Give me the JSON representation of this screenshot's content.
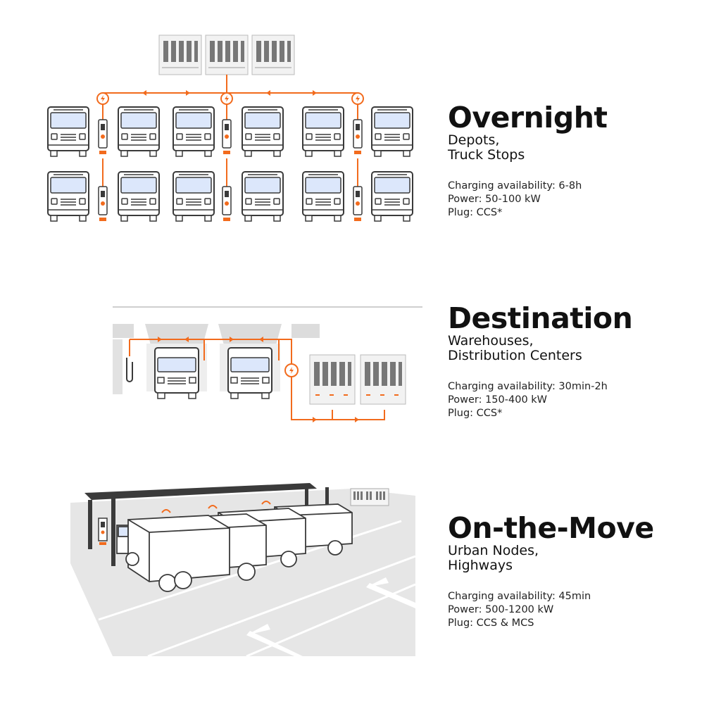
{
  "sections": [
    {
      "id": "overnight",
      "title": "Overnight",
      "subtitle_lines": [
        "Depots,",
        "Truck Stops"
      ],
      "specs": [
        "Charging availability: 6-8h",
        "Power: 50-100 kW",
        "Plug: CCS*"
      ]
    },
    {
      "id": "destination",
      "title": "Destination",
      "subtitle_lines": [
        "Warehouses,",
        "Distribution Centers"
      ],
      "specs": [
        "Charging availability: 30min-2h",
        "Power: 150-400 kW",
        "Plug: CCS*"
      ]
    },
    {
      "id": "on-the-move",
      "title": "On-the-Move",
      "subtitle_lines": [
        "Urban Nodes,",
        "Highways"
      ],
      "specs": [
        "Charging availability: 45min",
        "Power: 500-1200 kW",
        "Plug: CCS & MCS"
      ]
    }
  ],
  "colors": {
    "accent": "#F26B1D",
    "truck_window": "#DCE7FB",
    "line": "#3A3A3A",
    "cabinet": "#F2F2F2",
    "ground": "#E6E6E6"
  },
  "icons": [
    "lightning-icon",
    "truck-icon",
    "charger-icon",
    "power-cabinet-icon",
    "arrow-icon"
  ]
}
